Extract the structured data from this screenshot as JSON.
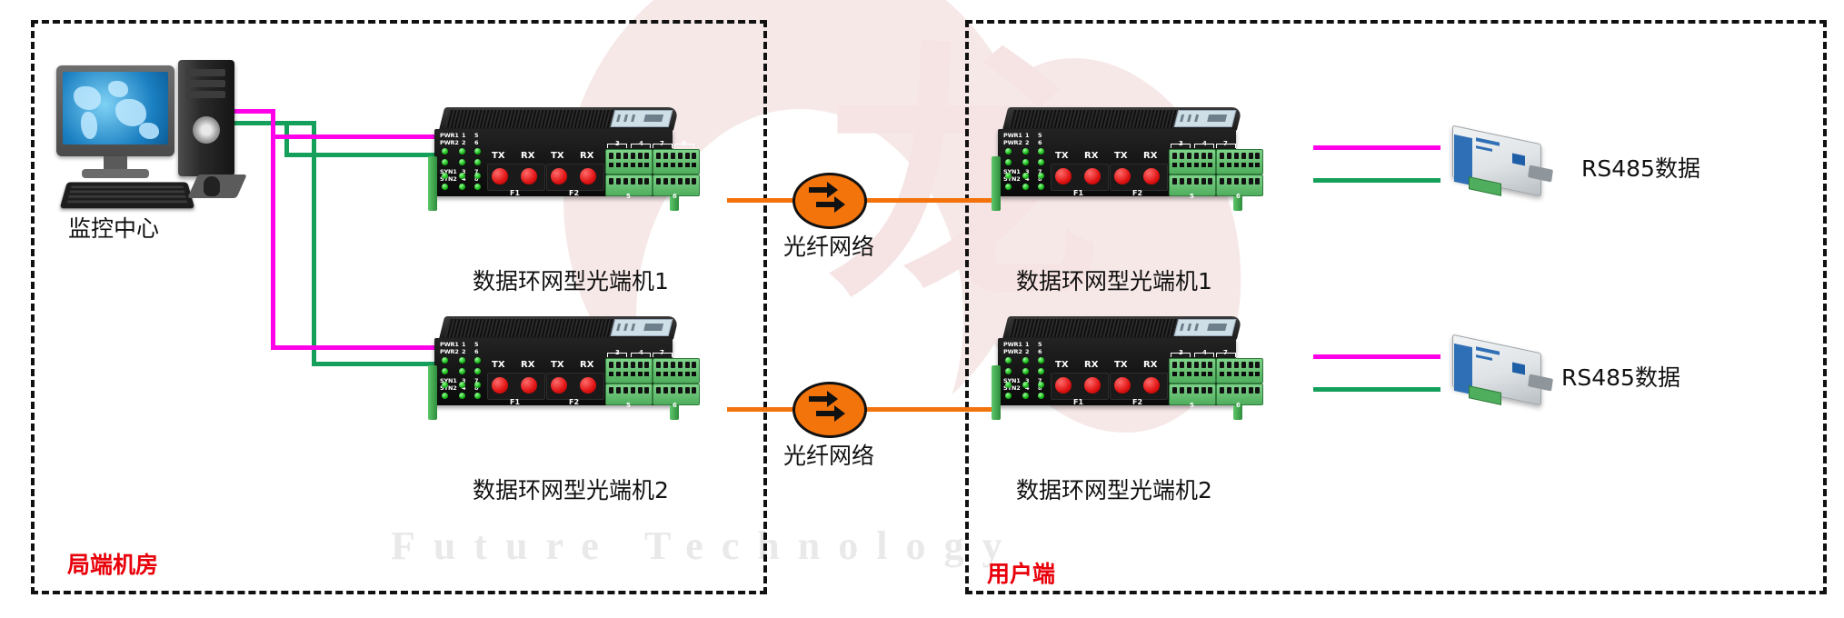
{
  "zones": [
    {
      "id": "central-office",
      "label": "局端机房",
      "label_color": "#e8000a"
    },
    {
      "id": "user-end",
      "label": "用户端",
      "label_color": "#e8000a"
    }
  ],
  "monitoring_center": {
    "caption": "监控中心",
    "icon": "desktop-computer-icon"
  },
  "devices": [
    {
      "id": "co-device-1",
      "caption": "数据环网型光端机1"
    },
    {
      "id": "co-device-2",
      "caption": "数据环网型光端机2"
    },
    {
      "id": "ue-device-1",
      "caption": "数据环网型光端机1"
    },
    {
      "id": "ue-device-2",
      "caption": "数据环网型光端机2"
    }
  ],
  "device_face": {
    "led_labels": [
      "PWR1",
      "PWR2",
      "SYN1",
      "SYN2"
    ],
    "led_columns_left": [
      "1",
      "2",
      "3",
      "4"
    ],
    "led_columns_right": [
      "5",
      "6",
      "7",
      "8"
    ],
    "port_labels": [
      "TX",
      "RX",
      "TX",
      "RX"
    ],
    "fiber_names": [
      "F1",
      "F2"
    ],
    "terminal_groups": [
      "3",
      "4",
      "7",
      "8"
    ],
    "terminal_groups_lower": [
      "5",
      "6"
    ]
  },
  "fiber_nodes": [
    {
      "id": "fiber-network-top",
      "label": "光纤网络",
      "color": "#f4740c"
    },
    {
      "id": "fiber-network-bottom",
      "label": "光纤网络",
      "color": "#f4740c"
    }
  ],
  "rs485": [
    {
      "id": "rs485-top",
      "caption": "RS485数据"
    },
    {
      "id": "rs485-bottom",
      "caption": "RS485数据"
    }
  ],
  "watermark": {
    "logo_glyph": "龙",
    "tagline": "Future Technology"
  },
  "colors": {
    "wire_green": "#14a05a",
    "wire_magenta": "#ff00e8",
    "fiber_orange": "#f3720b",
    "zone_border": "#111111",
    "label_red": "#e8000a"
  }
}
